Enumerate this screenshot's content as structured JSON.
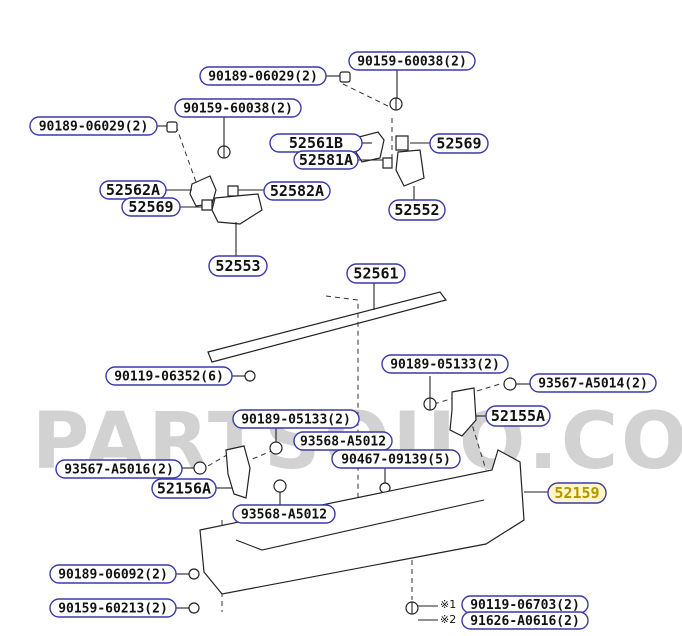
{
  "watermark": "PARTSOUQ.COM",
  "callouts": [
    {
      "text": "90159-60038(2)"
    },
    {
      "text": "90189-06029(2)"
    },
    {
      "text": "90159-60038(2)"
    },
    {
      "text": "90189-06029(2)"
    },
    {
      "text": "52561B"
    },
    {
      "text": "52569"
    },
    {
      "text": "52581A"
    },
    {
      "text": "52562A"
    },
    {
      "text": "52582A"
    },
    {
      "text": "52569"
    },
    {
      "text": "52552"
    },
    {
      "text": "52553"
    },
    {
      "text": "52561"
    },
    {
      "text": "90119-06352(6)"
    },
    {
      "text": "90189-05133(2)"
    },
    {
      "text": "93567-A5014(2)"
    },
    {
      "text": "52155A"
    },
    {
      "text": "90189-05133(2)"
    },
    {
      "text": "93568-A5012"
    },
    {
      "text": "90467-09139(5)"
    },
    {
      "text": "93567-A5016(2)"
    },
    {
      "text": "52156A"
    },
    {
      "text": "52159",
      "highlight": true
    },
    {
      "text": "93568-A5012"
    },
    {
      "text": "90189-06092(2)"
    },
    {
      "text": "90159-60213(2)"
    },
    {
      "text": "90119-06703(2)"
    },
    {
      "text": "91626-A0616(2)"
    }
  ],
  "refs": [
    "※1",
    "※2"
  ],
  "colors": {
    "outline": "#3a3aa8",
    "highlight_fill": "#fff7c4",
    "watermark": "#d2d2d2"
  }
}
